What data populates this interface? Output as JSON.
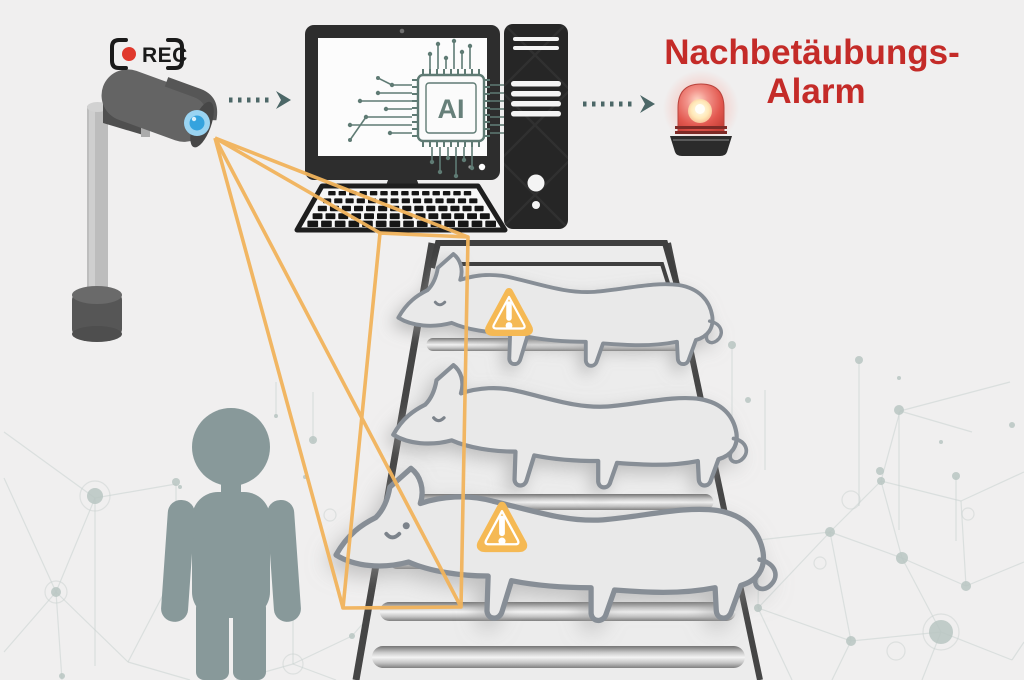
{
  "diagram": {
    "title_context": "AI camera monitoring of stunned pigs on a conveyor with re-stunning alarm",
    "camera": {
      "rec_label": "REC"
    },
    "computer": {
      "chip_label": "AI"
    },
    "alarm": {
      "title_line1": "Nachbetäubungs-",
      "title_line2": "Alarm"
    },
    "icons": {
      "cctv-camera-icon": "surveillance camera on pole",
      "rec-indicator-icon": "[ red-dot REC ] recording badge",
      "monitor-icon": "desktop monitor showing AI chip circuit",
      "ai-chip-icon": "square chip with circuit traces",
      "keyboard-icon": "perspective keyboard",
      "tower-icon": "black PC tower with vents",
      "arrow-dotted-icon": "dotted teal flow arrow",
      "alarm-beacon-icon": "glowing red siren beacon",
      "warning-triangle-icon": "amber triangle with white exclamation mark",
      "pig-icon": "pig lying on side, eyes closed",
      "person-icon": "worker silhouette",
      "camera-frustum": "orange field-of-view pyramid",
      "conveyor-icon": "roller conveyor belt"
    },
    "colors": {
      "background": "#F0EFEF",
      "alarm_red": "#C42B28",
      "frustum_orange": "#F2B45C",
      "warning_amber": "#F5B954",
      "arrow_teal": "#4C6767",
      "circuit_teal": "#5F7B74",
      "person_sage": "#88999A",
      "pig_fill": "#E9E9E9",
      "pig_outline": "#878E96",
      "hardware_dark": "#262626",
      "network_line": "#C9D2CF"
    }
  }
}
